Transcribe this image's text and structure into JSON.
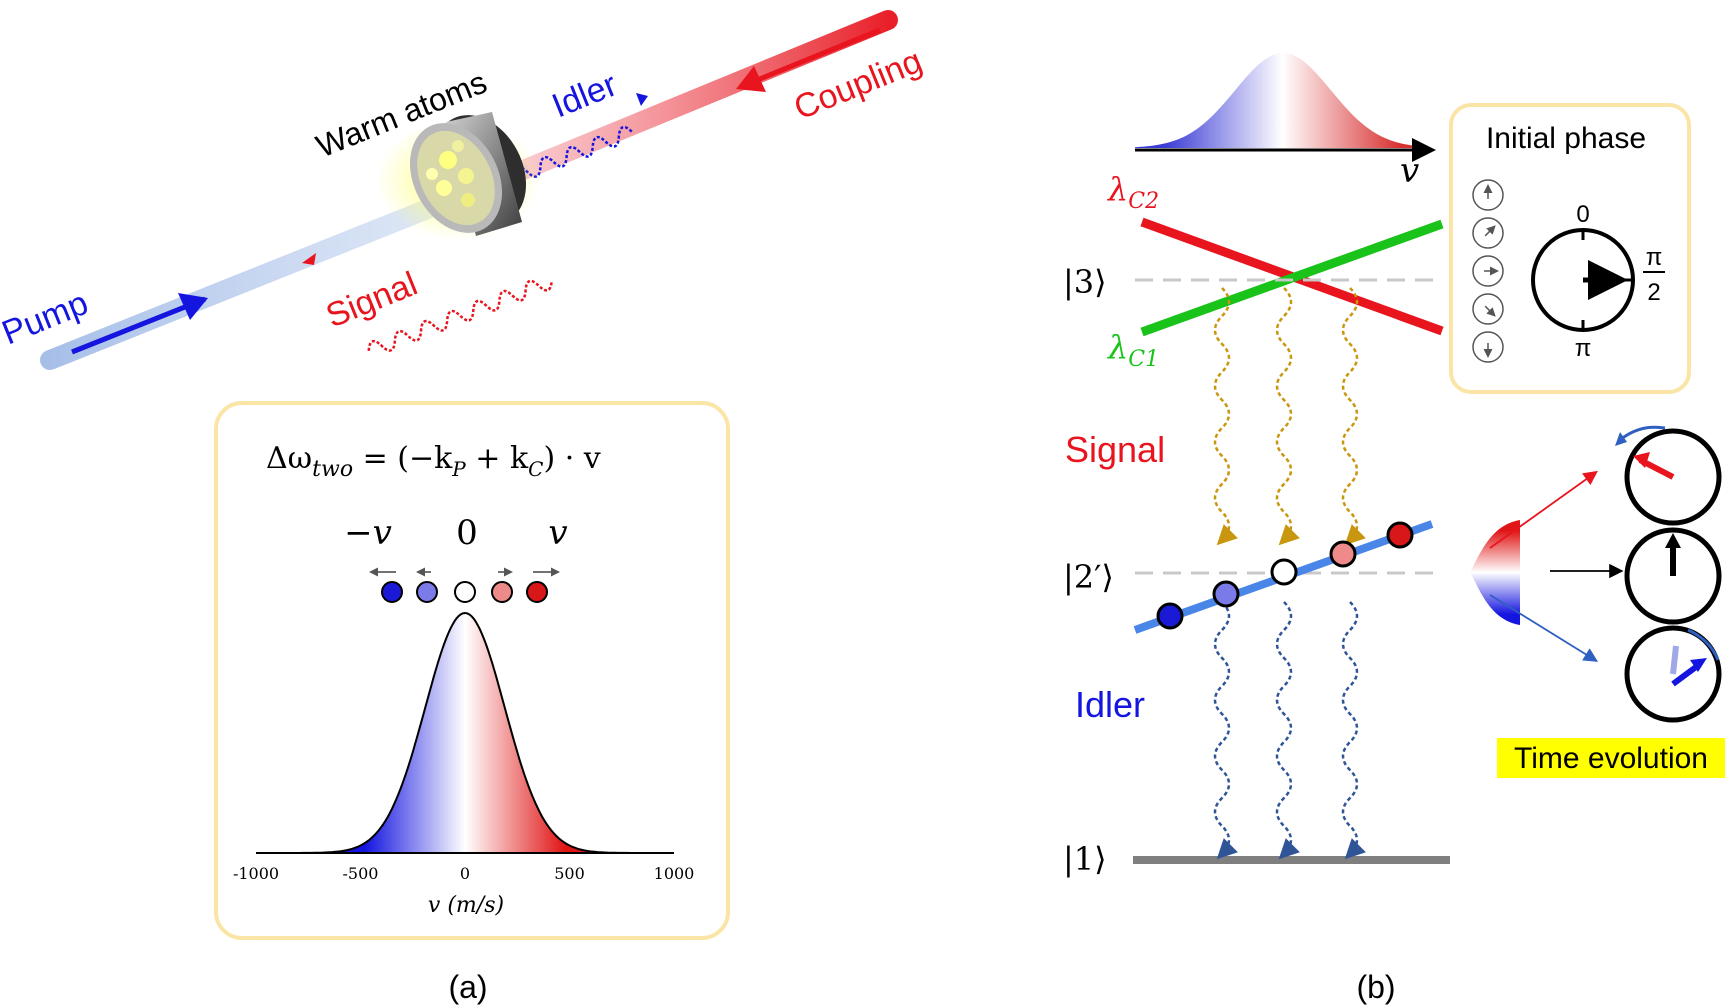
{
  "panel_a": {
    "label": "(a)",
    "beam_labels": {
      "pump": "Pump",
      "coupling": "Coupling",
      "signal": "Signal",
      "idler": "Idler",
      "cell": "Warm atoms"
    },
    "equation": "Δω",
    "equation_sub": "two",
    "equation_rhs": " = (−k",
    "eq_kp_sub": "P",
    "eq_plus": " + k",
    "eq_kc_sub": "C",
    "eq_tail": ") · v",
    "velocity_labels": [
      "−v",
      "0",
      "v"
    ],
    "atom_colors": [
      "#1a1ad6",
      "#7a7ae8",
      "#ffffff",
      "#ef8a8a",
      "#d81818"
    ],
    "chart_data": {
      "type": "area",
      "title": "",
      "xlabel": "v (m/s)",
      "ylabel": "",
      "xlim": [
        -1000,
        1000
      ],
      "x_ticks": [
        "-1000",
        "-500",
        "0",
        "500",
        "1000"
      ],
      "distribution": "gaussian",
      "mean": 0,
      "sigma": 190,
      "gradient": {
        "negative": "#1515e0",
        "zero": "#ffffff",
        "positive": "#e01515"
      }
    }
  },
  "panel_b": {
    "label": "(b)",
    "v_axis_label": "v",
    "levels": [
      "|3⟩",
      "|2′⟩",
      "|1⟩"
    ],
    "coupling_c2": "λ",
    "coupling_c2_sub": "C2",
    "coupling_c1": "λ",
    "coupling_c1_sub": "C1",
    "signal_label": "Signal",
    "idler_label": "Idler",
    "initial_phase_title": "Initial phase",
    "phase_ticks": {
      "zero": "0",
      "pi_half_num": "π",
      "pi_half_den": "2",
      "pi": "π"
    },
    "time_evolution": "Time evolution",
    "colors": {
      "red": "#e8141e",
      "green": "#19c319",
      "blue_line": "#4a86e8",
      "signal_wave": "#c8960f",
      "idler_wave": "#2f5597",
      "highlight": "#ffff00"
    }
  }
}
